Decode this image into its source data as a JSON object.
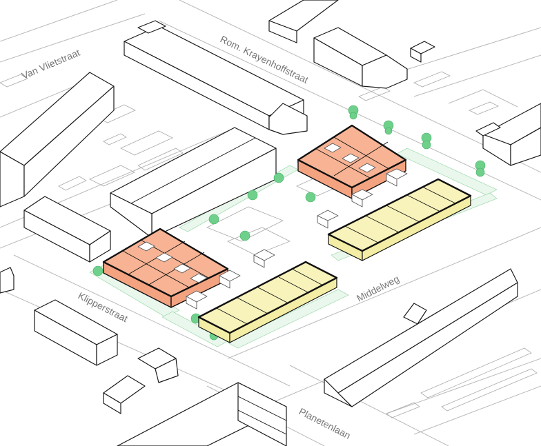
{
  "streets": {
    "van_vlietstraat": "Van Vlietstraat",
    "krayenhoffstraat": "Rom. Krayenhoffstraat",
    "klipperstraat": "Klipperstraat",
    "middelweg": "Middelweg",
    "planetenlaan": "Planetenlaan"
  },
  "colors": {
    "existing_building": "#ffffff",
    "new_building_orange": "#f4a381",
    "new_building_yellow": "#f3eda5",
    "greenery": "#6fd08b",
    "road_outline": "#b9b9b9"
  }
}
